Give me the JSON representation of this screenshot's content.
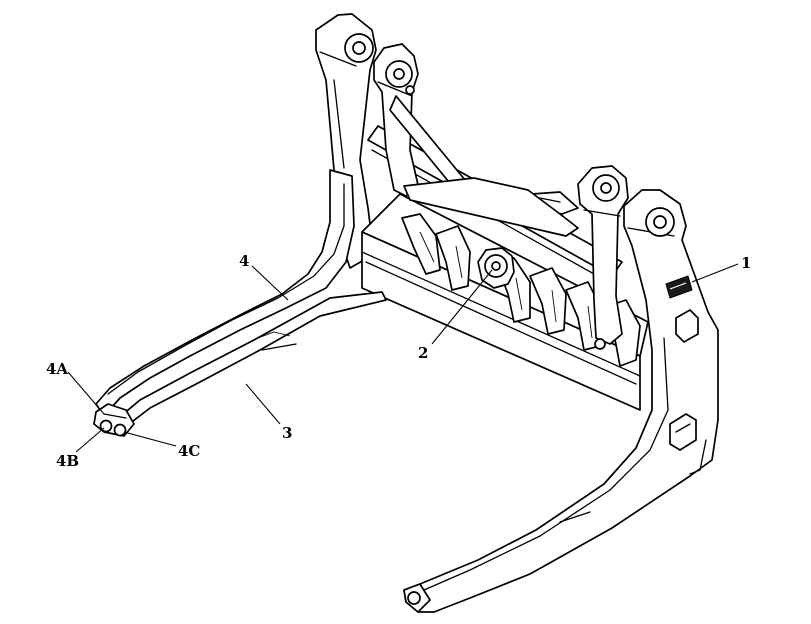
{
  "callouts": [
    {
      "id": "1",
      "label": "1"
    },
    {
      "id": "2",
      "label": "2"
    },
    {
      "id": "3",
      "label": "3"
    },
    {
      "id": "4",
      "label": "4"
    },
    {
      "id": "4A",
      "label": "4A"
    },
    {
      "id": "4B",
      "label": "4B"
    },
    {
      "id": "4C",
      "label": "4C"
    }
  ]
}
